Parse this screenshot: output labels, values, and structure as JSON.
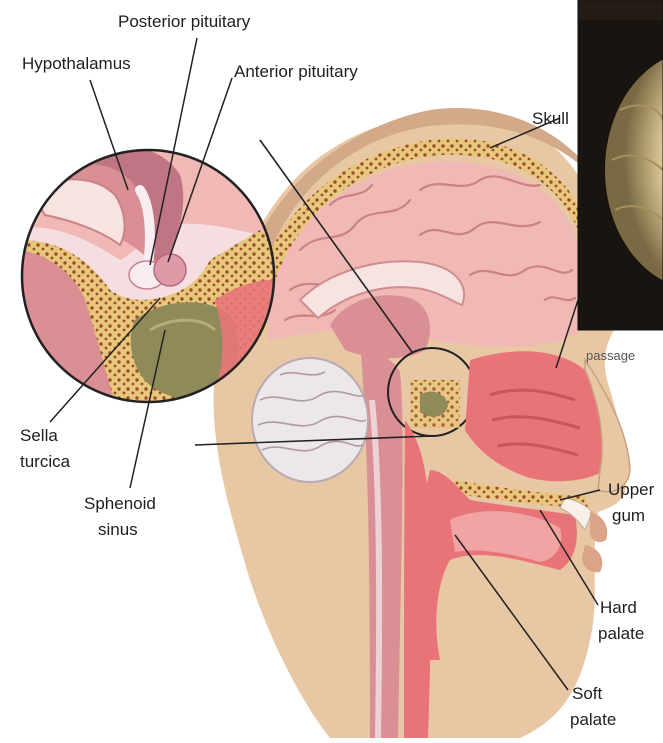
{
  "labels": {
    "posterior_pituitary": "Posterior pituitary",
    "hypothalamus": "Hypothalamus",
    "anterior_pituitary": "Anterior pituitary",
    "skull": "Skull",
    "sella_line1": "Sella",
    "sella_line2": "turcica",
    "sphenoid_line1": "Sphenoid",
    "sphenoid_line2": "sinus",
    "upper_gum_line1": "Upper",
    "upper_gum_line2": "gum",
    "hard_palate_line1": "Hard",
    "hard_palate_line2": "palate",
    "soft_palate_line1": "Soft",
    "soft_palate_line2": "palate",
    "cropped_text": "passage"
  },
  "colors": {
    "skin": "#e8c7a4",
    "brain": "#f1b9b5",
    "brain_dark": "#d98f93",
    "nasal": "#e87479",
    "bone": "#e7c77b",
    "bone_dots": "#9a4c2c",
    "sinus": "#8f8a5a",
    "hair": "#d2a989",
    "cerebellum": "#ece7ea",
    "photo_bg": "#1a1410",
    "photo_brain": "#e5d6a8"
  }
}
